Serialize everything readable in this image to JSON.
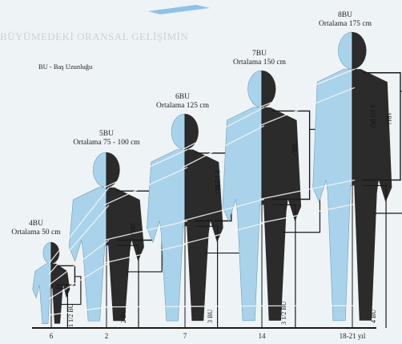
{
  "legend": "BU - Baş Uzunluğu",
  "background_heading": "BÜYÜMEDEKİ ORANSAL GELİŞİMİN",
  "figures": [
    {
      "count_label": "4BU",
      "avg_label": "Ortalama 50 cm",
      "age": "6"
    },
    {
      "count_label": "5BU",
      "avg_label": "Ortalama 75 - 100 cm",
      "age": "2"
    },
    {
      "count_label": "6BU",
      "avg_label": "Ortalama 125 cm",
      "age": "7"
    },
    {
      "count_label": "7BU",
      "avg_label": "Ortalama 150 cm",
      "age": "14"
    },
    {
      "count_label": "8BU",
      "avg_label": "Ortalama 175 cm",
      "age": "18-21 yıl"
    }
  ],
  "leg_labels": [
    "1 1/2 BU",
    "2 BU",
    "3 BU",
    "3 1/2 BU",
    "4 BU"
  ],
  "side_labels": [
    "2BU",
    "2 1/2 BU",
    "3BU",
    "3 1/2 BU",
    "1BU"
  ],
  "colors": {
    "light": "#a9d3ea",
    "dark": "#2b2b2b",
    "line": "#f4f4f4",
    "frame": "#1a1a1a"
  }
}
